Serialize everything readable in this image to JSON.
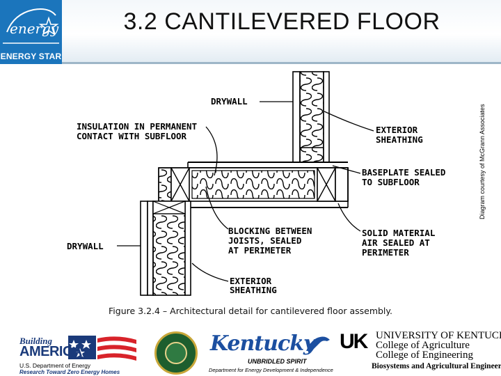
{
  "header": {
    "logo_script": "energy",
    "logo_text": "ENERGY STAR",
    "title": "3.2  CANTILEVERED FLOOR",
    "brand_color": "#1b75bc"
  },
  "diagram": {
    "labels": {
      "drywall_top": "DRYWALL",
      "insulation_1": "INSULATION IN PERMANENT",
      "insulation_2": "CONTACT WITH SUBFLOOR",
      "ext_sheathing_top_1": "EXTERIOR",
      "ext_sheathing_top_2": "SHEATHING",
      "baseplate_1": "BASEPLATE SEALED",
      "baseplate_2": "TO SUBFLOOR",
      "blocking_1": "BLOCKING BETWEEN",
      "blocking_2": "JOISTS, SEALED",
      "blocking_3": "AT PERIMETER",
      "solid_1": "SOLID MATERIAL",
      "solid_2": "AIR SEALED AT",
      "solid_3": "PERIMETER",
      "drywall_bottom": "DRYWALL",
      "ext_sheathing_bottom_1": "EXTERIOR",
      "ext_sheathing_bottom_2": "SHEATHING"
    },
    "credit": "Diagram courtesy of McGrann Associates",
    "caption": "Figure 3.2.4 – Architectural detail for cantilevered floor assembly."
  },
  "footer": {
    "building_america": {
      "line1": "Building",
      "line2": "AMERICA",
      "line3": "U.S. Department of Energy",
      "line4": "Research Toward Zero Energy Homes"
    },
    "kentucky": {
      "wordmark": "Kentucky",
      "slogan": "UNBRIDLED SPIRIT",
      "department": "Department for Energy Development & Independence"
    },
    "uk": {
      "mark": "UK",
      "line1": "UNIVERSITY OF KENTUCKY",
      "line2": "College of Agriculture",
      "line3": "College of Engineering",
      "line4": "Biosystems and Agricultural Engineering"
    }
  }
}
